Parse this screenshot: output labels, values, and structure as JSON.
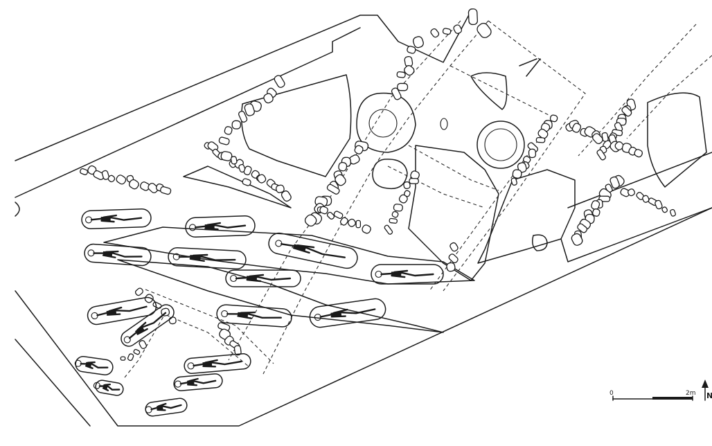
{
  "scale_bar": {
    "start_label": "0",
    "end_label": "2m"
  },
  "north_arrow": {
    "label": "N",
    "icon": "north-arrow-icon"
  },
  "colors": {
    "ink": "#1a1a1a",
    "paper": "#ffffff"
  }
}
